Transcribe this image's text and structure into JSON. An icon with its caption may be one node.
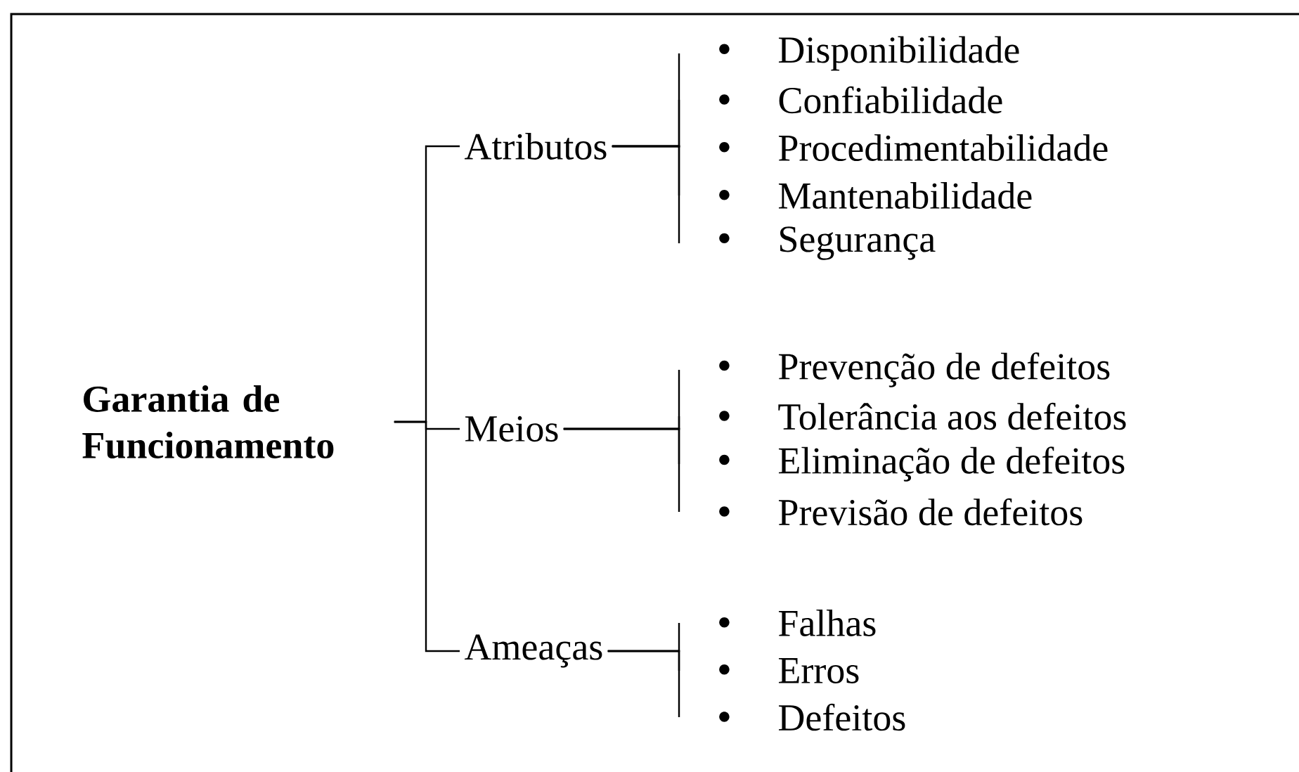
{
  "diagram": {
    "nodes": [
      {
        "text": [
          "Garantia de Funcionamento"
        ]
      },
      {
        "text": [
          "Atributos"
        ]
      },
      {
        "text": [
          "Meios"
        ]
      },
      {
        "text": [
          "Ameaças"
        ]
      },
      {
        "text": [
          "Disponibilidade"
        ]
      },
      {
        "text": [
          "Confiabilidade"
        ]
      },
      {
        "text": [
          "Procedimentabilidade"
        ]
      },
      {
        "text": [
          "Mantenabilidade"
        ]
      },
      {
        "text": [
          "Segurança"
        ]
      },
      {
        "text": [
          "Prevenção de defeitos"
        ]
      },
      {
        "text": [
          "Tolerância aos defeitos"
        ]
      },
      {
        "text": [
          "Eliminação de defeitos"
        ]
      },
      {
        "text": [
          "Previsão de defeitos"
        ]
      },
      {
        "text": [
          "Falhas"
        ]
      },
      {
        "text": [
          "Erros"
        ]
      },
      {
        "text": [
          "Defeitos"
        ]
      }
    ],
    "edges": [
      {
        "from": 0,
        "to": 1,
        "arrow": "none"
      },
      {
        "from": 0,
        "to": 2,
        "arrow": "none"
      },
      {
        "from": 0,
        "to": 3,
        "arrow": "none"
      },
      {
        "from": 1,
        "to": 4,
        "arrow": "none"
      },
      {
        "from": 1,
        "to": 5,
        "arrow": "none"
      },
      {
        "from": 1,
        "to": 6,
        "arrow": "none"
      },
      {
        "from": 1,
        "to": 7,
        "arrow": "none"
      },
      {
        "from": 1,
        "to": 8,
        "arrow": "none"
      },
      {
        "from": 2,
        "to": 9,
        "arrow": "none"
      },
      {
        "from": 2,
        "to": 10,
        "arrow": "none"
      },
      {
        "from": 2,
        "to": 11,
        "arrow": "none"
      },
      {
        "from": 2,
        "to": 12,
        "arrow": "none"
      },
      {
        "from": 3,
        "to": 13,
        "arrow": "none"
      },
      {
        "from": 3,
        "to": 14,
        "arrow": "none"
      },
      {
        "from": 3,
        "to": 15,
        "arrow": "none"
      }
    ]
  }
}
